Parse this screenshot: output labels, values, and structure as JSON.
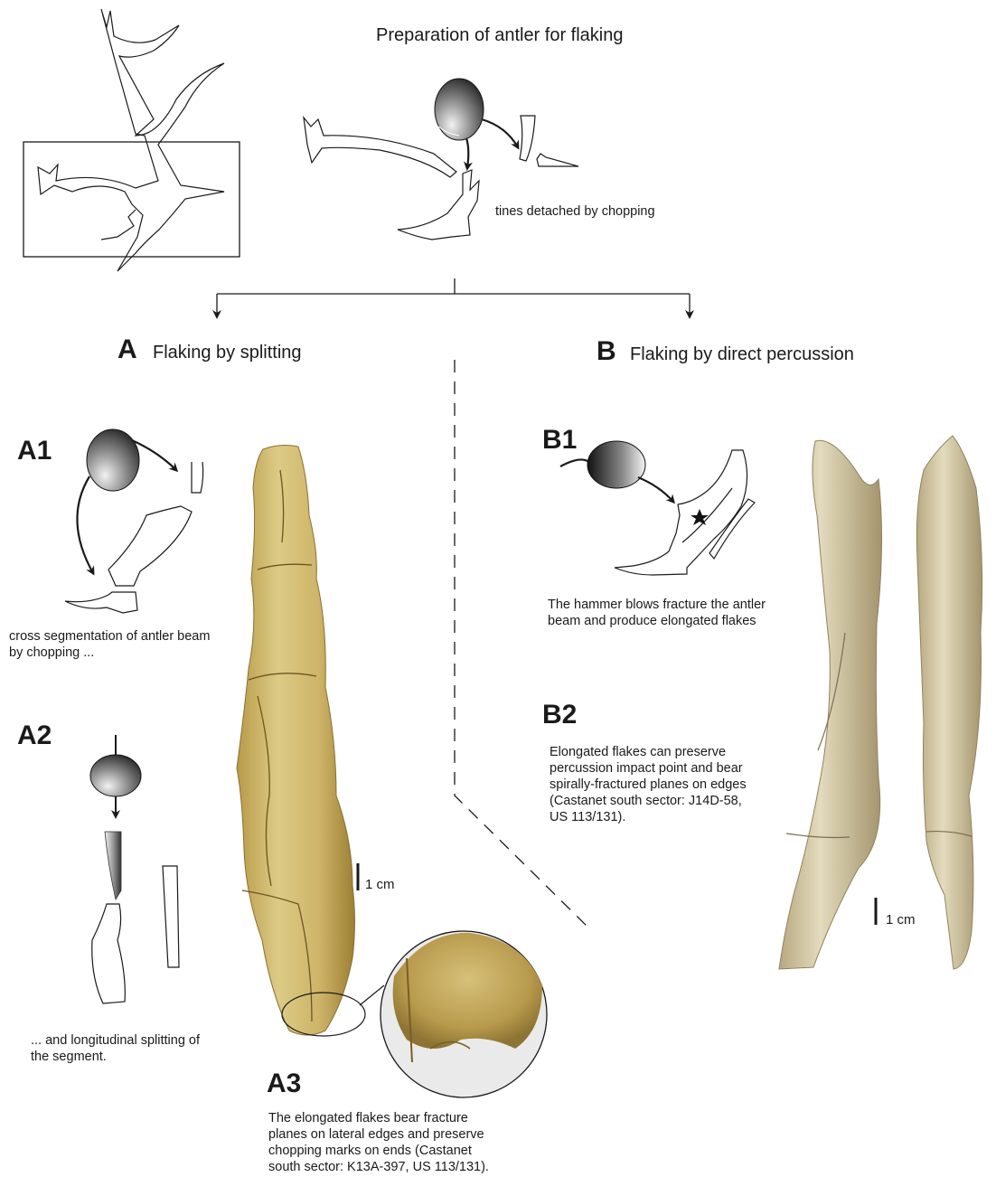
{
  "title": "Preparation of antler for flaking",
  "prep_caption": "tines detached by chopping",
  "section_a": {
    "letter": "A",
    "heading": "Flaking by splitting"
  },
  "section_b": {
    "letter": "B",
    "heading": "Flaking by direct percussion"
  },
  "a1": {
    "label": "A1",
    "caption": [
      "cross segmentation of antler beam",
      "by chopping  ..."
    ]
  },
  "a2": {
    "label": "A2",
    "caption": [
      "... and longitudinal splitting of",
      "the segment."
    ]
  },
  "a3": {
    "label": "A3",
    "caption": [
      "The elongated flakes bear fracture",
      "planes on lateral edges and preserve",
      "chopping marks on ends (Castanet",
      "south sector: K13A-397, US 113/131)."
    ]
  },
  "b1": {
    "label": "B1",
    "caption": [
      "The hammer blows fracture the antler",
      "beam and produce elongated flakes"
    ]
  },
  "b2": {
    "label": "B2",
    "caption": [
      "Elongated flakes can preserve",
      "percussion impact point and  bear",
      "spirally-fractured planes on edges",
      "(Castanet south sector: J14D-58,",
      "US 113/131)."
    ]
  },
  "scale_label": "1 cm",
  "colors": {
    "ink": "#1a1a1a",
    "bone_light": "#d8c680",
    "bone_dark": "#a88a3a",
    "bone_b_light": "#ddd3b0",
    "bone_b_dark": "#a89870"
  }
}
